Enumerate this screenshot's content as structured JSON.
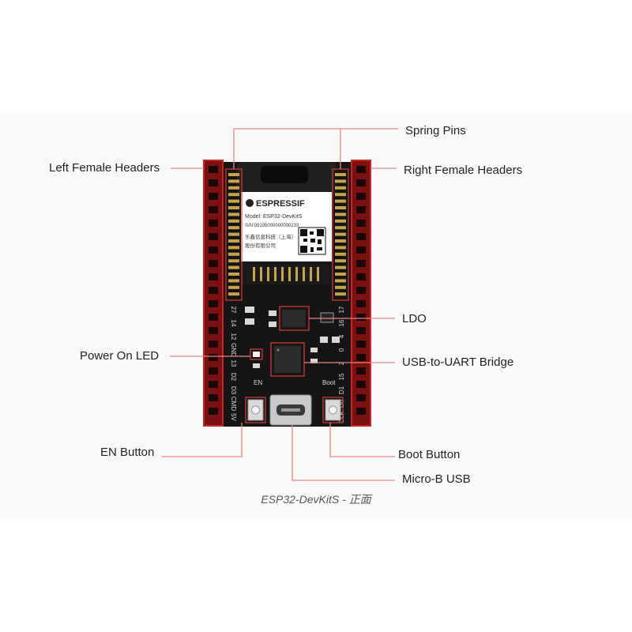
{
  "colors": {
    "pcb": "#151515",
    "header": "#7a1010",
    "header_edge": "#c62626",
    "callout_line": "#e88585",
    "callout_box": "#e03a3a",
    "module_label": "#ffffff",
    "pins": "#c9a24a"
  },
  "module": {
    "brand": "ESPRESSIF",
    "model": "Model: ESP32-DevKitS",
    "serial": "S/N:05195000000000233",
    "maker_line1": "乐鑫信息科技（上海）",
    "maker_line2": "股份有限公司"
  },
  "board": {
    "left_pins": [
      "27",
      "14",
      "12",
      "GND",
      "13",
      "D2",
      "D3",
      "CMD",
      "5V"
    ],
    "right_pins": [
      "17",
      "16",
      "4",
      "0",
      "2",
      "15",
      "D1",
      "D0",
      "CLK"
    ],
    "en_label": "EN",
    "boot_label": "Boot"
  },
  "callouts": {
    "spring_pins": "Spring Pins",
    "left_female_headers": "Left Female Headers",
    "right_female_headers": "Right Female Headers",
    "ldo": "LDO",
    "power_on_led": "Power On LED",
    "usb_uart": "USB-to-UART Bridge",
    "en_button": "EN Button",
    "boot_button": "Boot Button",
    "micro_b_usb": "Micro-B USB"
  },
  "caption": "ESP32-DevKitS - 正面"
}
